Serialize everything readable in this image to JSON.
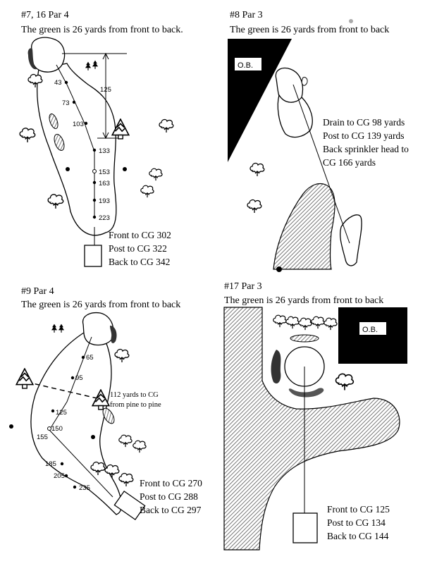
{
  "holes": [
    {
      "id": "h7",
      "title": "#7, 16    Par 4",
      "subtitle": "The green is 26 yards from front to back.",
      "measure_label": "125",
      "yard_markers": [
        "43",
        "73",
        "103",
        "133",
        "153",
        "163",
        "193",
        "223"
      ],
      "distances": [
        "Front to CG  302",
        "Post to CG   322",
        "Back to CG  342"
      ]
    },
    {
      "id": "h8",
      "title": "#8    Par 3",
      "subtitle": "The green is 26 yards from front to back",
      "ob_label": "O.B.",
      "distances": [
        "Drain to CG  98 yards",
        "Post to CG    139 yards",
        "Back sprinkler head to",
        "CG  166 yards"
      ]
    },
    {
      "id": "h9",
      "title": "#9    Par 4",
      "subtitle": "The green is 26 yards from front to back",
      "yard_markers": [
        "65",
        "95",
        "125",
        "150",
        "155",
        "185",
        "205",
        "235"
      ],
      "note": [
        "112 yards to CG",
        "from pine to pine"
      ],
      "distances": [
        "Front to CG  270",
        "Post to CG   288",
        "Back to CG  297"
      ]
    },
    {
      "id": "h17",
      "title": "#17    Par 3",
      "subtitle": "The green is 26 yards from front to back",
      "ob_label": "O.B.",
      "distances": [
        "Front to CG  125",
        "Post to CG   134",
        "Back to CG  144"
      ]
    }
  ],
  "colors": {
    "ink": "#000000",
    "paper": "#ffffff",
    "hazard": "#444444"
  },
  "icons": [
    "pine-tree-icon",
    "deciduous-tree-icon",
    "sprinkler-head-icon",
    "tee-box-icon"
  ]
}
